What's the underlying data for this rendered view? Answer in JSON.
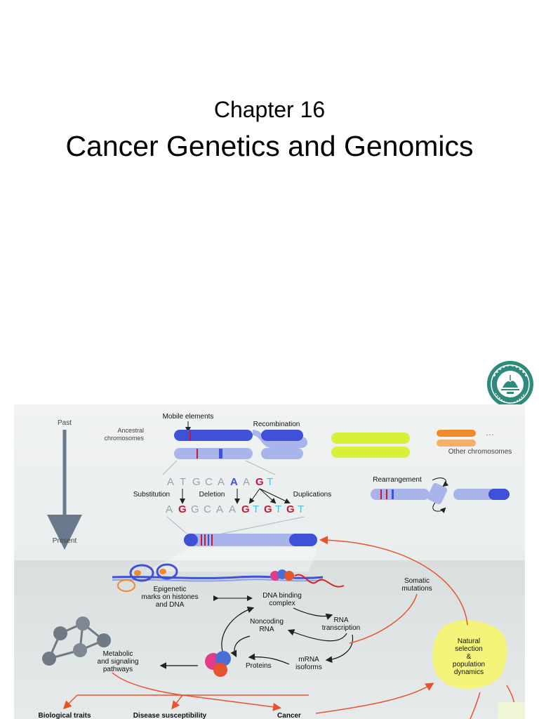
{
  "slide": {
    "chapter": "Chapter 16",
    "title": "Cancer Genetics and Genomics"
  },
  "logo": {
    "seal_text": "暨南大学 JINAN UNIVERSITY 1906"
  },
  "figure": {
    "timeline": {
      "past": "Past",
      "present": "Present"
    },
    "labels": {
      "mobile_elements": "Mobile elements",
      "recombination": "Recombination",
      "ancestral": [
        "Ancestral",
        "chromosomes"
      ],
      "other_chromosomes": "Other chromosomes",
      "ellipsis": "…",
      "rearrangement": "Rearrangement",
      "substitution": "Substitution",
      "deletion": "Deletion",
      "duplications": "Duplications",
      "epigenetic": [
        "Epigenetic",
        "marks on histones",
        "and DNA"
      ],
      "dna_binding": [
        "DNA binding",
        "complex"
      ],
      "somatic": [
        "Somatic",
        "mutations"
      ],
      "noncoding": [
        "Noncoding",
        "RNA"
      ],
      "rna_transcription": [
        "RNA",
        "transcription"
      ],
      "metabolic": [
        "Metabolic",
        "and signaling",
        "pathways"
      ],
      "proteins": "Proteins",
      "mrna": [
        "mRNA",
        "isoforms"
      ],
      "natural_selection": [
        "Natural",
        "selection",
        "&",
        "population",
        "dynamics"
      ],
      "biological_traits": "Biological traits",
      "disease_susceptibility": "Disease susceptibility",
      "cancer": "Cancer"
    },
    "seq_top": [
      "A",
      "T",
      "G",
      "C",
      "A",
      "A",
      "A",
      "G",
      "T"
    ],
    "seq_bottom": [
      "A",
      "G",
      "G",
      "C",
      "A",
      "A",
      "G",
      "T",
      "G",
      "T",
      "G",
      "T"
    ],
    "colors": {
      "chromosome_dark": "#3f51d6",
      "chromosome_light": "#a9b4ea",
      "arrow_red": "#e8532c",
      "yellow_green": "#d8f03a",
      "orange": "#f08a2a",
      "highlight_yellow": "#f4f47a"
    }
  }
}
